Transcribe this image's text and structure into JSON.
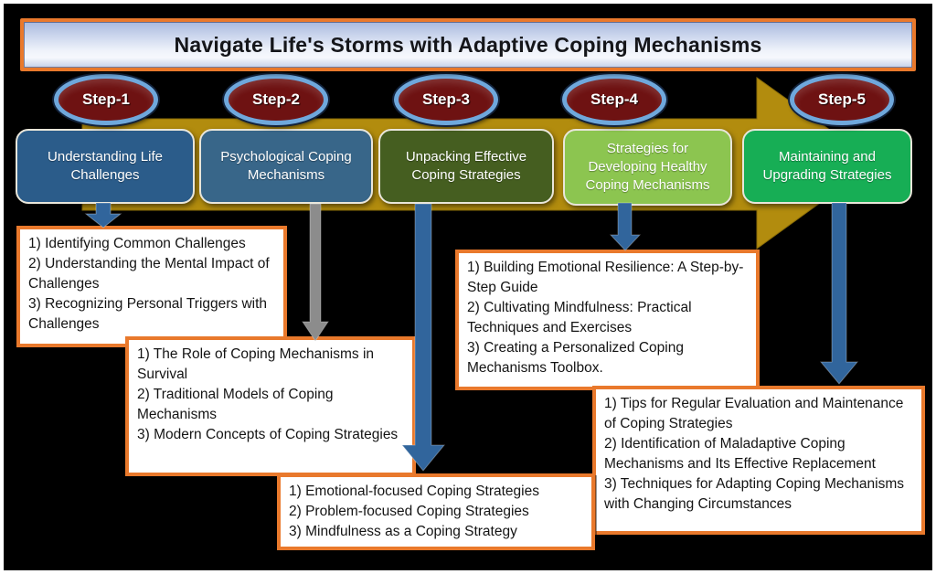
{
  "title": "Navigate Life's Storms with Adaptive Coping Mechanisms",
  "colors": {
    "accent_orange": "#E9792C",
    "gold_arrow": "#B28C0E",
    "arrow_blue": "#31659C",
    "arrow_gray": "#8C8C8C",
    "badge_fill": "#6E1212",
    "badge_ring": "#6FA8DC",
    "background": "#000000"
  },
  "steps": [
    {
      "badge": "Step-1",
      "title": "Understanding Life Challenges",
      "color": "#2B5C8A",
      "details": [
        "1) Identifying Common Challenges",
        "2) Understanding the Mental Impact of Challenges",
        "3) Recognizing Personal Triggers with Challenges"
      ]
    },
    {
      "badge": "Step-2",
      "title": "Psychological Coping Mechanisms",
      "color": "#386689",
      "details": [
        "1) The Role of Coping Mechanisms in Survival",
        "2) Traditional Models of Coping Mechanisms",
        "3) Modern Concepts of Coping Strategies"
      ]
    },
    {
      "badge": "Step-3",
      "title": "Unpacking Effective Coping Strategies",
      "color": "#455E20",
      "details": [
        "1) Emotional-focused Coping Strategies",
        "2) Problem-focused Coping Strategies",
        "3) Mindfulness as a Coping Strategy"
      ]
    },
    {
      "badge": "Step-4",
      "title": "Strategies for Developing Healthy Coping Mechanisms",
      "color": "#8CC550",
      "details": [
        "1) Building Emotional Resilience: A Step-by-Step Guide",
        "2) Cultivating Mindfulness: Practical Techniques and Exercises",
        "3) Creating a Personalized Coping Mechanisms Toolbox."
      ]
    },
    {
      "badge": "Step-5",
      "title": "Maintaining and Upgrading Strategies",
      "color": "#17AE55",
      "details": [
        "1) Tips for Regular Evaluation and Maintenance of Coping Strategies",
        "2) Identification of Maladaptive Coping Mechanisms and Its Effective Replacement",
        "3) Techniques for Adapting Coping Mechanisms with Changing Circumstances"
      ]
    }
  ]
}
